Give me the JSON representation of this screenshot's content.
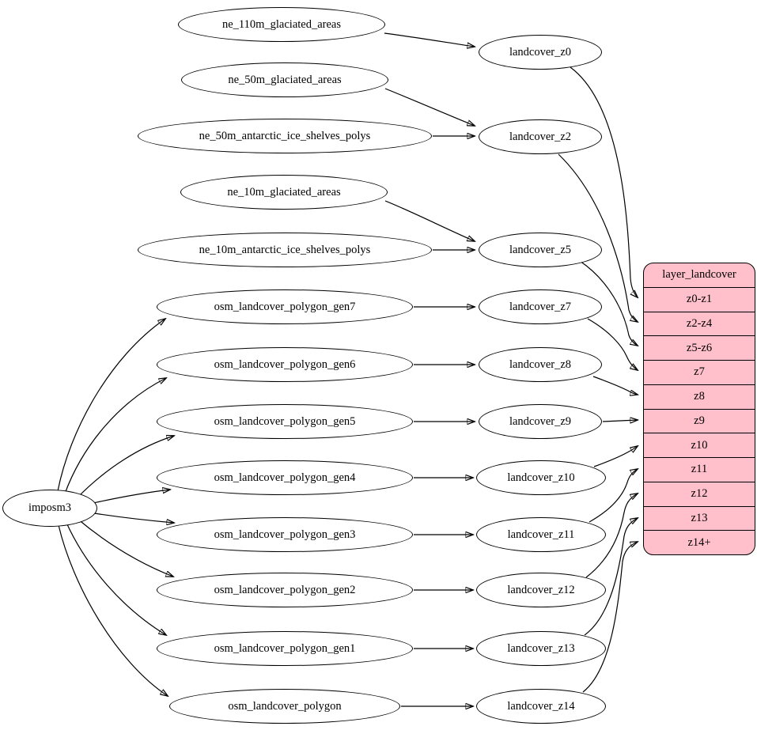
{
  "nodes": {
    "importer": {
      "label": "imposm3"
    },
    "natural_earth_sources": [
      {
        "label": "ne_110m_glaciated_areas"
      },
      {
        "label": "ne_50m_glaciated_areas"
      },
      {
        "label": "ne_50m_antarctic_ice_shelves_polys"
      },
      {
        "label": "ne_10m_glaciated_areas"
      },
      {
        "label": "ne_10m_antarctic_ice_shelves_polys"
      }
    ],
    "osm_tables": [
      {
        "label": "osm_landcover_polygon_gen7"
      },
      {
        "label": "osm_landcover_polygon_gen6"
      },
      {
        "label": "osm_landcover_polygon_gen5"
      },
      {
        "label": "osm_landcover_polygon_gen4"
      },
      {
        "label": "osm_landcover_polygon_gen3"
      },
      {
        "label": "osm_landcover_polygon_gen2"
      },
      {
        "label": "osm_landcover_polygon_gen1"
      },
      {
        "label": "osm_landcover_polygon"
      }
    ],
    "zoom_views": [
      {
        "label": "landcover_z0"
      },
      {
        "label": "landcover_z2"
      },
      {
        "label": "landcover_z5"
      },
      {
        "label": "landcover_z7"
      },
      {
        "label": "landcover_z8"
      },
      {
        "label": "landcover_z9"
      },
      {
        "label": "landcover_z10"
      },
      {
        "label": "landcover_z11"
      },
      {
        "label": "landcover_z12"
      },
      {
        "label": "landcover_z13"
      },
      {
        "label": "landcover_z14"
      }
    ]
  },
  "layer_table": {
    "title": "layer_landcover",
    "rows": [
      "z0-z1",
      "z2-z4",
      "z5-z6",
      "z7",
      "z8",
      "z9",
      "z10",
      "z11",
      "z12",
      "z13",
      "z14+"
    ]
  },
  "edges": [
    {
      "from": "ne_110m_glaciated_areas",
      "to": "landcover_z0"
    },
    {
      "from": "ne_50m_glaciated_areas",
      "to": "landcover_z2"
    },
    {
      "from": "ne_50m_antarctic_ice_shelves_polys",
      "to": "landcover_z2"
    },
    {
      "from": "ne_10m_glaciated_areas",
      "to": "landcover_z5"
    },
    {
      "from": "ne_10m_antarctic_ice_shelves_polys",
      "to": "landcover_z5"
    },
    {
      "from": "osm_landcover_polygon_gen7",
      "to": "landcover_z7"
    },
    {
      "from": "osm_landcover_polygon_gen6",
      "to": "landcover_z8"
    },
    {
      "from": "osm_landcover_polygon_gen5",
      "to": "landcover_z9"
    },
    {
      "from": "osm_landcover_polygon_gen4",
      "to": "landcover_z10"
    },
    {
      "from": "osm_landcover_polygon_gen3",
      "to": "landcover_z11"
    },
    {
      "from": "osm_landcover_polygon_gen2",
      "to": "landcover_z12"
    },
    {
      "from": "osm_landcover_polygon_gen1",
      "to": "landcover_z13"
    },
    {
      "from": "osm_landcover_polygon",
      "to": "landcover_z14"
    },
    {
      "from": "imposm3",
      "to": "osm_landcover_polygon_gen7"
    },
    {
      "from": "imposm3",
      "to": "osm_landcover_polygon_gen6"
    },
    {
      "from": "imposm3",
      "to": "osm_landcover_polygon_gen5"
    },
    {
      "from": "imposm3",
      "to": "osm_landcover_polygon_gen4"
    },
    {
      "from": "imposm3",
      "to": "osm_landcover_polygon_gen3"
    },
    {
      "from": "imposm3",
      "to": "osm_landcover_polygon_gen2"
    },
    {
      "from": "imposm3",
      "to": "osm_landcover_polygon_gen1"
    },
    {
      "from": "imposm3",
      "to": "osm_landcover_polygon"
    },
    {
      "from": "landcover_z0",
      "to": "layer_landcover.z0-z1"
    },
    {
      "from": "landcover_z2",
      "to": "layer_landcover.z2-z4"
    },
    {
      "from": "landcover_z5",
      "to": "layer_landcover.z5-z6"
    },
    {
      "from": "landcover_z7",
      "to": "layer_landcover.z7"
    },
    {
      "from": "landcover_z8",
      "to": "layer_landcover.z8"
    },
    {
      "from": "landcover_z9",
      "to": "layer_landcover.z9"
    },
    {
      "from": "landcover_z10",
      "to": "layer_landcover.z10"
    },
    {
      "from": "landcover_z11",
      "to": "layer_landcover.z11"
    },
    {
      "from": "landcover_z12",
      "to": "layer_landcover.z12"
    },
    {
      "from": "landcover_z13",
      "to": "layer_landcover.z13"
    },
    {
      "from": "landcover_z14",
      "to": "layer_landcover.z14+"
    }
  ],
  "colors": {
    "layer_table_fill": "#ffc0cb",
    "node_fill": "#ffffff",
    "edge_stroke": "#000000"
  }
}
